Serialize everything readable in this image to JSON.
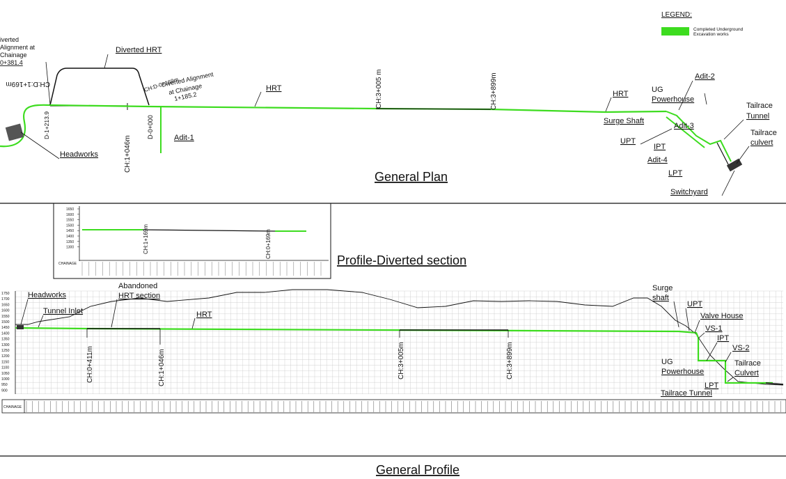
{
  "legend": {
    "title": "LEGEND:",
    "item": "Completed Underground Excavation works",
    "item_line1": "Completed Underground",
    "item_line2": "Excavation works",
    "color": "#3ddc1f"
  },
  "plan": {
    "title": "General Plan",
    "diverted_alignment_left": [
      "iverted",
      "Alignment  at",
      "Chainage",
      "0+381.4"
    ],
    "diverted_hrt": "Diverted  HRT",
    "ch_d_1169_left": "CH:D:1+169m",
    "ch_d_1213": "D-1+213.9",
    "ch_d_0169": "CH:D-0+169m",
    "diverted_alignment_right": [
      "Diverted  Alignment",
      "at  Chainage",
      "1+185.2"
    ],
    "d_0000": "D-0+000",
    "ch_1046": "CH:1+046m",
    "adit1": "Adit-1",
    "headworks": "Headworks",
    "hrt1": "HRT",
    "ch_3005": "CH:3+005 m",
    "ch_3899": "CH:3+899m",
    "hrt2": "HRT",
    "ug_powerhouse": [
      "UG",
      "Powerhouse"
    ],
    "adit2": "Adit-2",
    "surge_shaft": "Surge  Shaft",
    "adit3": "Adit-3",
    "upt": "UPT",
    "ipt": "IPT",
    "adit4": "Adit-4",
    "lpt": "LPT",
    "tailrace_tunnel": [
      "Tailrace",
      "Tunnel"
    ],
    "tailrace_culvert": [
      "Tailrace",
      "culvert"
    ],
    "switchyard": "Switchyard"
  },
  "profile_diverted": {
    "title": "Profile-Diverted  section",
    "elev_ticks": [
      "1650",
      "1600",
      "1550",
      "1500",
      "1450",
      "1400",
      "1350",
      "1300"
    ],
    "ch_1169": "CH:1+169m",
    "ch_0169": "CH:0+169m",
    "chainage_label": "CHAINAGE"
  },
  "profile_general": {
    "title": "General  Profile",
    "elev_ticks": [
      "1750",
      "1700",
      "1650",
      "1600",
      "1550",
      "1500",
      "1450",
      "1400",
      "1350",
      "1300",
      "1250",
      "1200",
      "1150",
      "1100",
      "1050",
      "1000",
      "950",
      "900"
    ],
    "headworks": "Headworks",
    "tunnel_inlet": "Tunnel  Inlet",
    "abandoned": [
      "Abandoned",
      "HRT  section"
    ],
    "hrt": "HRT",
    "surge_shaft": [
      "Surge",
      "shaft"
    ],
    "upt": "UPT",
    "valve_house": "Valve  House",
    "vs1": "VS-1",
    "ipt": "IPT",
    "vs2": "VS-2",
    "ug_powerhouse": [
      "UG",
      "Powerhouse"
    ],
    "tailrace_culvert": [
      "Tailrace",
      "Culvert"
    ],
    "lpt": "LPT",
    "tailrace_tunnel": "Tailrace  Tunnel",
    "ch_0411": "CH:0+411m",
    "ch_1046": "CH:1+046m",
    "ch_3005": "CH:3+005m",
    "ch_3899": "CH:3+899m",
    "chainage_label": "CHAINAGE"
  }
}
